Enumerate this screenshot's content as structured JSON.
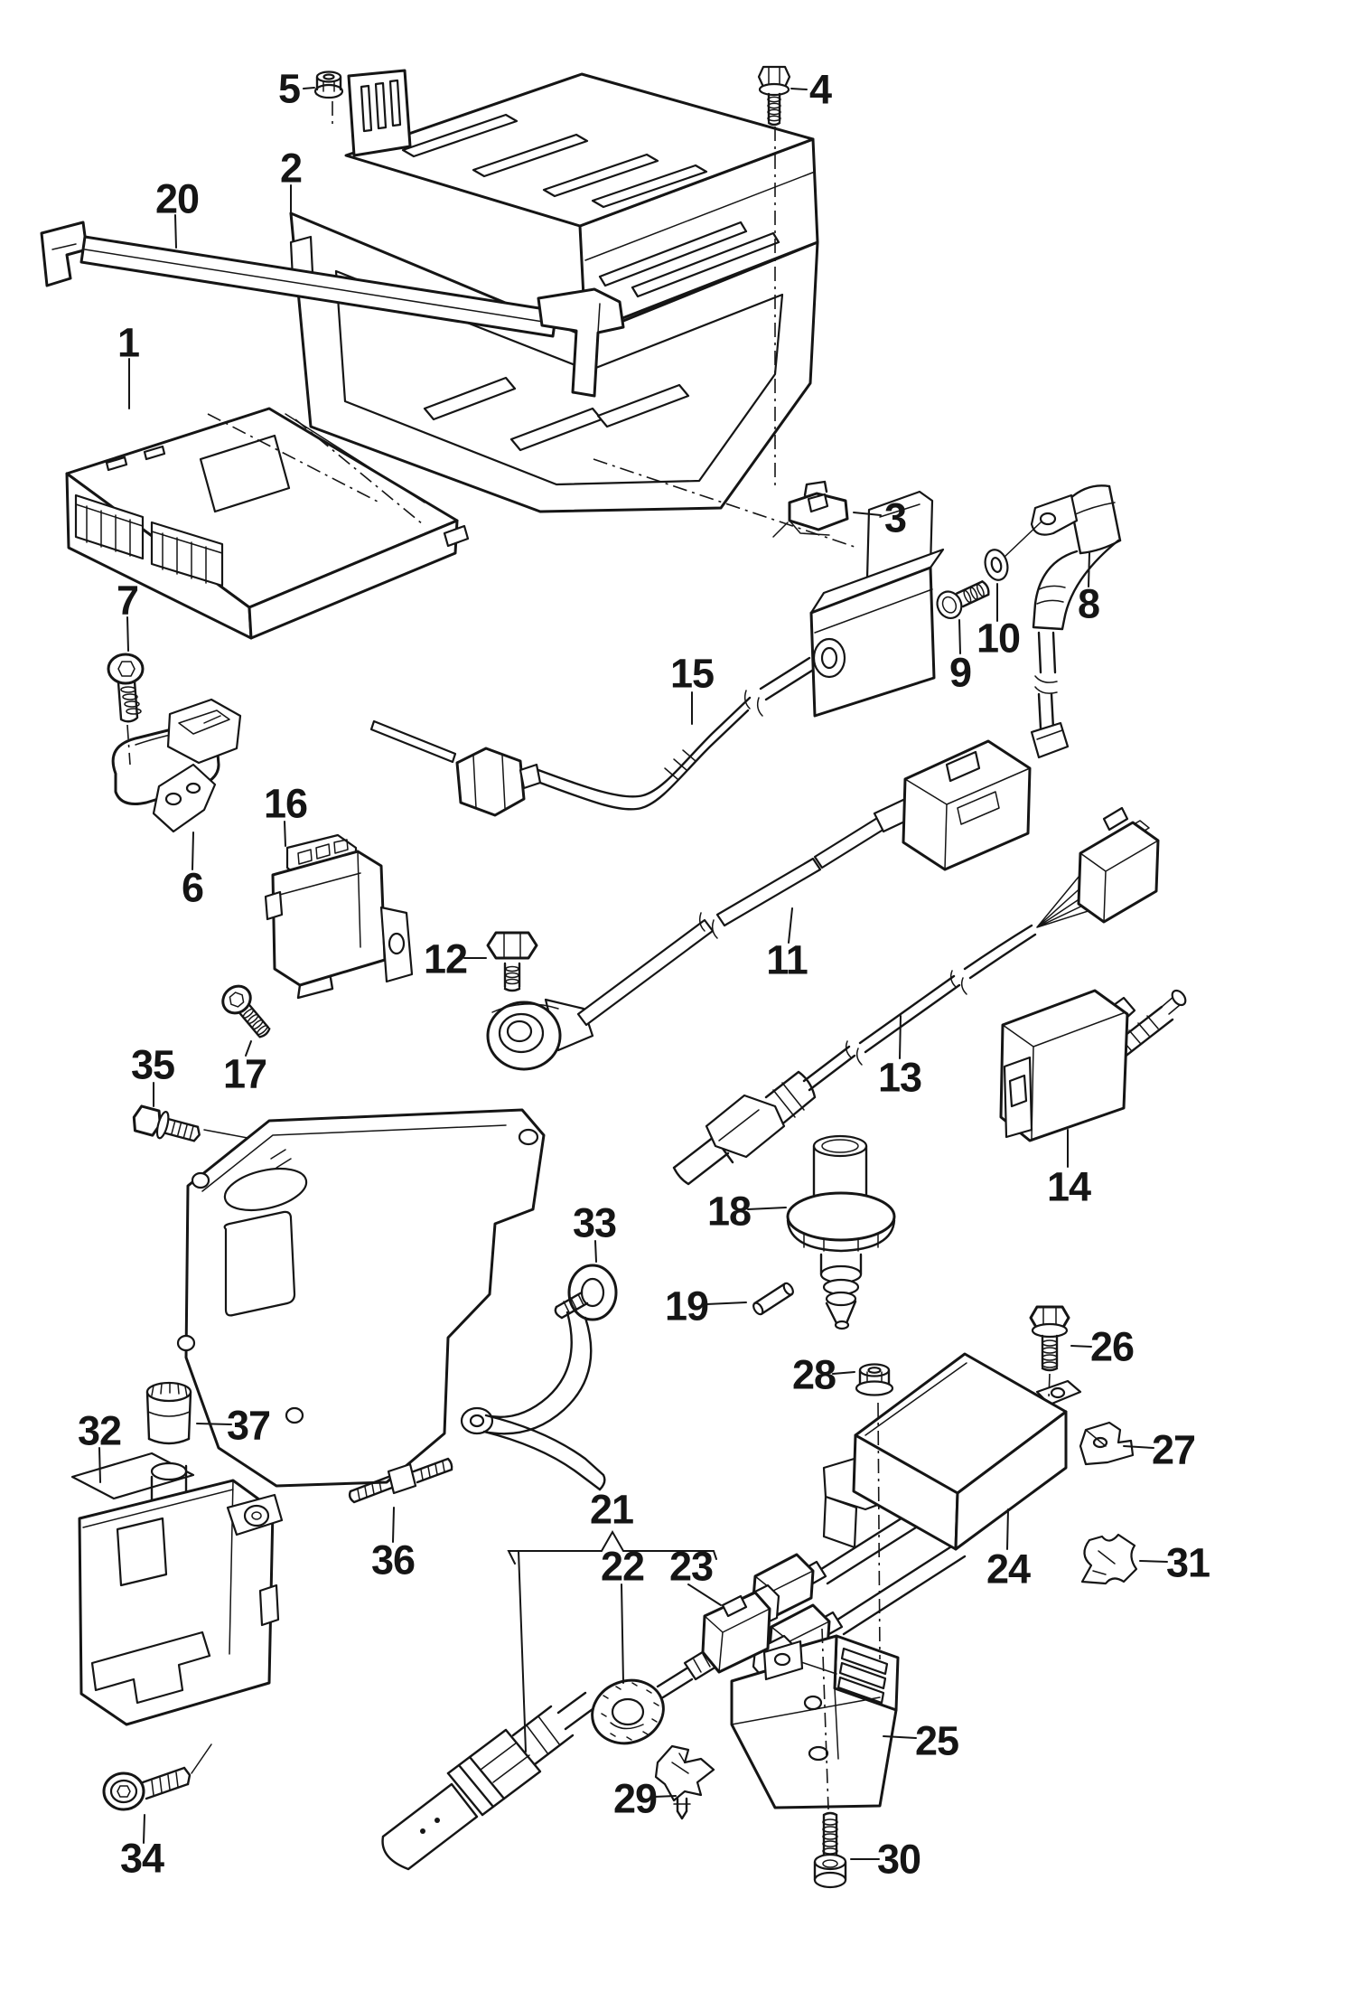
{
  "colors": {
    "background": "#ffffff",
    "line": "#151515"
  },
  "callouts": [
    {
      "label": "1"
    },
    {
      "label": "2"
    },
    {
      "label": "3"
    },
    {
      "label": "4"
    },
    {
      "label": "5"
    },
    {
      "label": "6"
    },
    {
      "label": "7"
    },
    {
      "label": "8"
    },
    {
      "label": "9"
    },
    {
      "label": "10"
    },
    {
      "label": "11"
    },
    {
      "label": "12"
    },
    {
      "label": "13"
    },
    {
      "label": "14"
    },
    {
      "label": "15"
    },
    {
      "label": "16"
    },
    {
      "label": "17"
    },
    {
      "label": "18"
    },
    {
      "label": "19"
    },
    {
      "label": "20"
    },
    {
      "label": "21"
    },
    {
      "label": "22"
    },
    {
      "label": "23"
    },
    {
      "label": "24"
    },
    {
      "label": "25"
    },
    {
      "label": "26"
    },
    {
      "label": "27"
    },
    {
      "label": "28"
    },
    {
      "label": "29"
    },
    {
      "label": "30"
    },
    {
      "label": "31"
    },
    {
      "label": "32"
    },
    {
      "label": "33"
    },
    {
      "label": "34"
    },
    {
      "label": "35"
    },
    {
      "label": "36"
    },
    {
      "label": "37"
    }
  ]
}
